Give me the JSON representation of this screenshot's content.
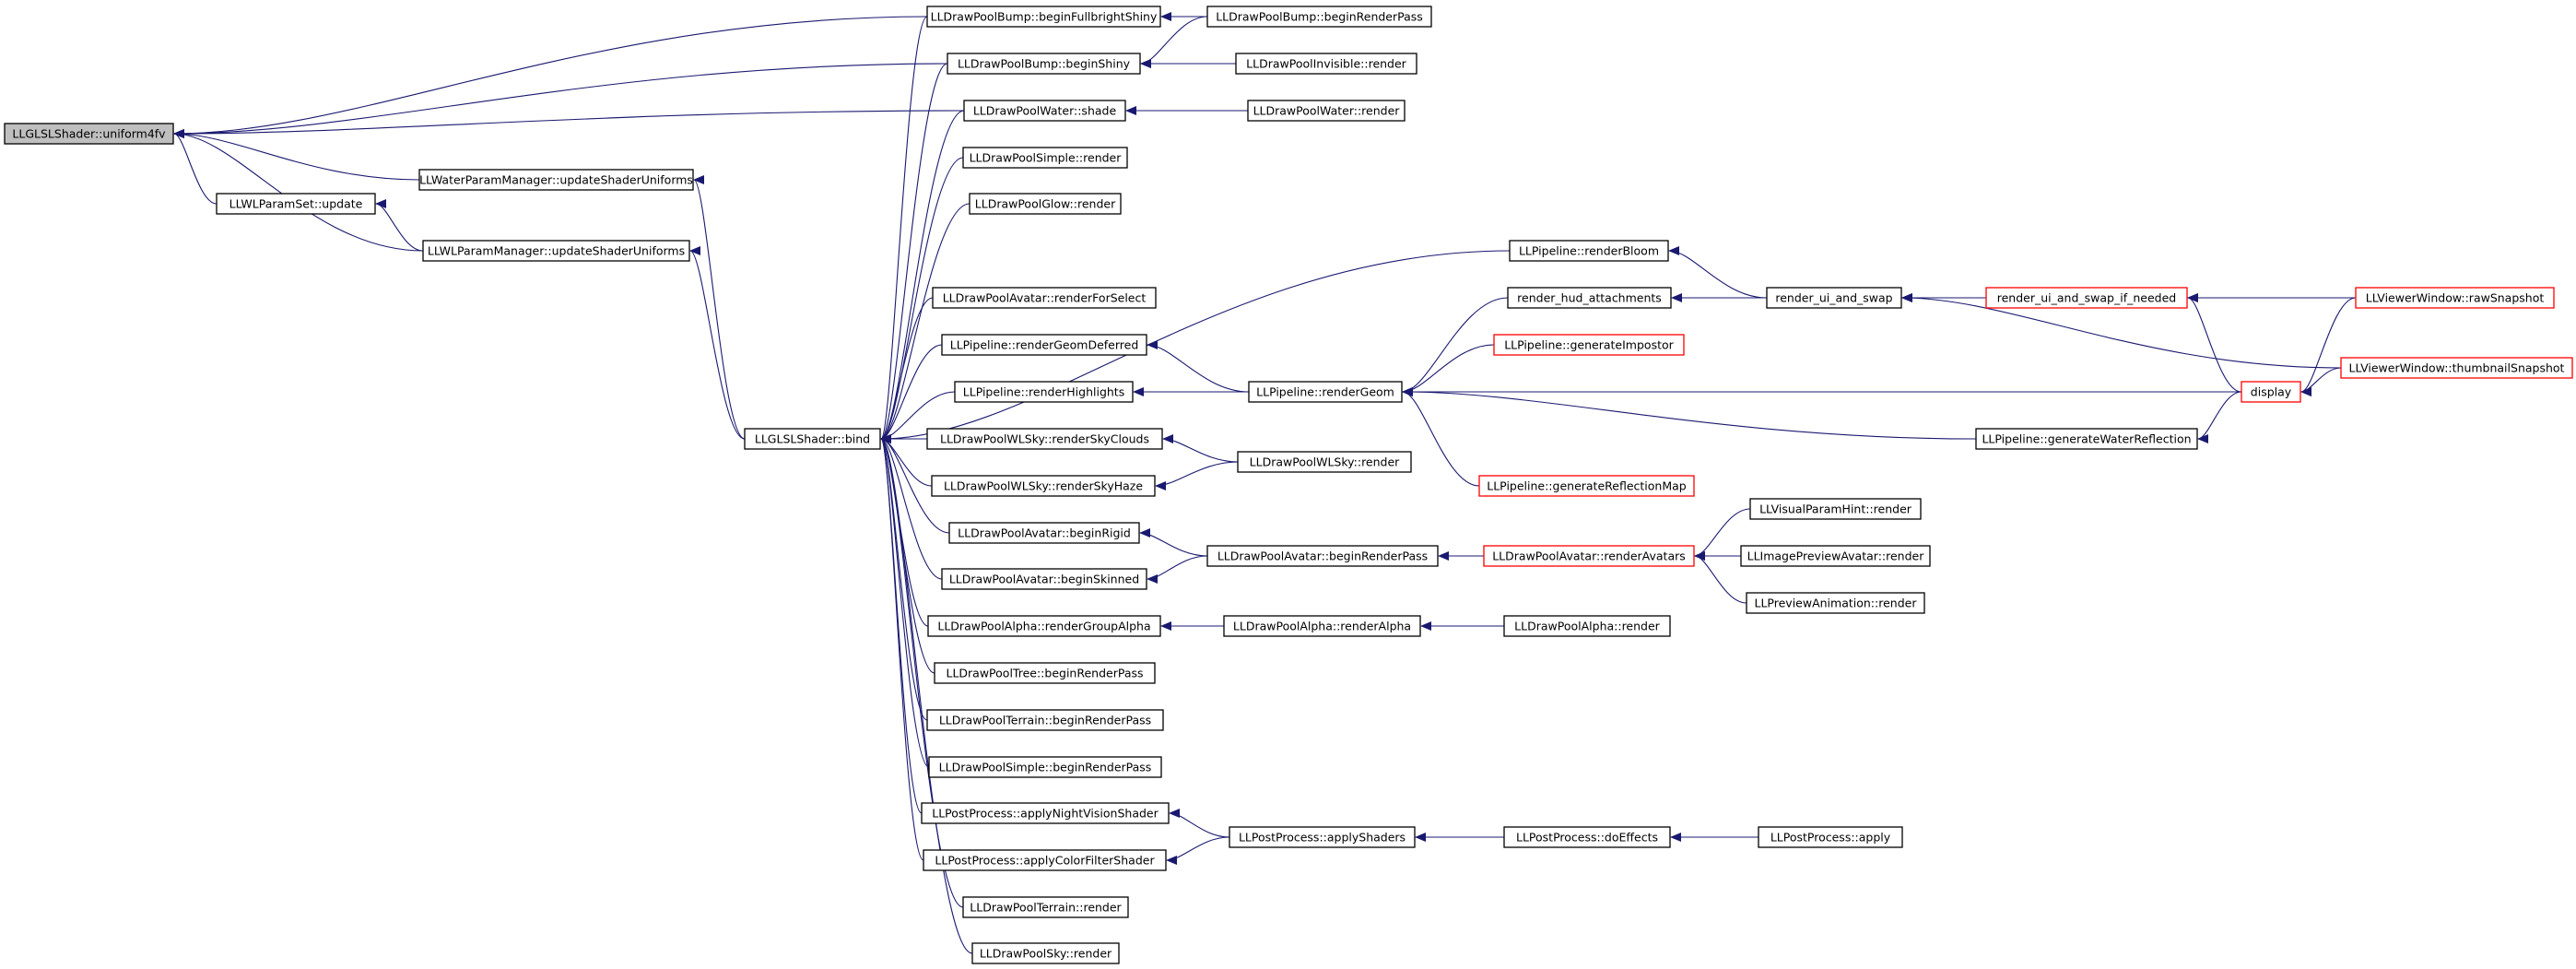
{
  "colors": {
    "edge": "#191970",
    "node_border": "#000000",
    "node_border_truncated": "#ff0000",
    "root_fill": "#bfbfbf",
    "node_fill": "#ffffff"
  },
  "nodes": [
    {
      "id": "uniform4fv",
      "label": "LLGLSLShader::uniform4fv",
      "root": true
    },
    {
      "id": "wlparamset_update",
      "label": "LLWLParamSet::update"
    },
    {
      "id": "waterparam_update",
      "label": "LLWaterParamManager::updateShaderUniforms"
    },
    {
      "id": "wlparam_update",
      "label": "LLWLParamManager::updateShaderUniforms"
    },
    {
      "id": "bind",
      "label": "LLGLSLShader::bind"
    },
    {
      "id": "bump_fullbright",
      "label": "LLDrawPoolBump::beginFullbrightShiny"
    },
    {
      "id": "bump_shiny",
      "label": "LLDrawPoolBump::beginShiny"
    },
    {
      "id": "water_shade",
      "label": "LLDrawPoolWater::shade"
    },
    {
      "id": "simple_render",
      "label": "LLDrawPoolSimple::render"
    },
    {
      "id": "glow_render",
      "label": "LLDrawPoolGlow::render"
    },
    {
      "id": "avatar_select",
      "label": "LLDrawPoolAvatar::renderForSelect"
    },
    {
      "id": "pipe_geomdeferred",
      "label": "LLPipeline::renderGeomDeferred"
    },
    {
      "id": "pipe_highlights",
      "label": "LLPipeline::renderHighlights"
    },
    {
      "id": "wlsky_clouds",
      "label": "LLDrawPoolWLSky::renderSkyClouds"
    },
    {
      "id": "wlsky_haze",
      "label": "LLDrawPoolWLSky::renderSkyHaze"
    },
    {
      "id": "avatar_rigid",
      "label": "LLDrawPoolAvatar::beginRigid"
    },
    {
      "id": "avatar_skinned",
      "label": "LLDrawPoolAvatar::beginSkinned"
    },
    {
      "id": "alpha_group",
      "label": "LLDrawPoolAlpha::renderGroupAlpha"
    },
    {
      "id": "tree_brp",
      "label": "LLDrawPoolTree::beginRenderPass"
    },
    {
      "id": "terrain_brp",
      "label": "LLDrawPoolTerrain::beginRenderPass"
    },
    {
      "id": "simple_brp",
      "label": "LLDrawPoolSimple::beginRenderPass"
    },
    {
      "id": "pp_nightvision",
      "label": "LLPostProcess::applyNightVisionShader"
    },
    {
      "id": "pp_colorfilter",
      "label": "LLPostProcess::applyColorFilterShader"
    },
    {
      "id": "terrain_render",
      "label": "LLDrawPoolTerrain::render"
    },
    {
      "id": "sky_render",
      "label": "LLDrawPoolSky::render"
    },
    {
      "id": "bump_brp",
      "label": "LLDrawPoolBump::beginRenderPass"
    },
    {
      "id": "invisible_render",
      "label": "LLDrawPoolInvisible::render"
    },
    {
      "id": "water_render",
      "label": "LLDrawPoolWater::render"
    },
    {
      "id": "pipe_bloom",
      "label": "LLPipeline::renderBloom"
    },
    {
      "id": "hud_attach",
      "label": "render_hud_attachments"
    },
    {
      "id": "pipe_impostor",
      "label": "LLPipeline::generateImpostor",
      "red": true
    },
    {
      "id": "pipe_geom",
      "label": "LLPipeline::renderGeom"
    },
    {
      "id": "pipe_reflmap",
      "label": "LLPipeline::generateReflectionMap",
      "red": true
    },
    {
      "id": "wlsky_render",
      "label": "LLDrawPoolWLSky::render"
    },
    {
      "id": "avatar_brp",
      "label": "LLDrawPoolAvatar::beginRenderPass"
    },
    {
      "id": "avatar_renderavatars",
      "label": "LLDrawPoolAvatar::renderAvatars",
      "red": true
    },
    {
      "id": "alpha_renderalpha",
      "label": "LLDrawPoolAlpha::renderAlpha"
    },
    {
      "id": "alpha_render",
      "label": "LLDrawPoolAlpha::render"
    },
    {
      "id": "pp_applyshaders",
      "label": "LLPostProcess::applyShaders"
    },
    {
      "id": "pp_doeffects",
      "label": "LLPostProcess::doEffects"
    },
    {
      "id": "pp_apply",
      "label": "LLPostProcess::apply"
    },
    {
      "id": "render_ui_swap",
      "label": "render_ui_and_swap"
    },
    {
      "id": "render_ui_swap_needed",
      "label": "render_ui_and_swap_if_needed",
      "red": true
    },
    {
      "id": "display",
      "label": "display",
      "red": true
    },
    {
      "id": "pipe_waterrefl",
      "label": "LLPipeline::generateWaterReflection"
    },
    {
      "id": "vw_rawsnapshot",
      "label": "LLViewerWindow::rawSnapshot",
      "red": true
    },
    {
      "id": "vw_thumbnail",
      "label": "LLViewerWindow::thumbnailSnapshot",
      "red": true
    },
    {
      "id": "visualparamhint_render",
      "label": "LLVisualParamHint::render"
    },
    {
      "id": "imagepreviewavatar_render",
      "label": "LLImagePreviewAvatar::render"
    },
    {
      "id": "previewanimation_render",
      "label": "LLPreviewAnimation::render"
    }
  ],
  "edges": [
    [
      "bump_fullbright",
      "uniform4fv"
    ],
    [
      "bump_shiny",
      "uniform4fv"
    ],
    [
      "water_shade",
      "uniform4fv"
    ],
    [
      "waterparam_update",
      "uniform4fv"
    ],
    [
      "wlparamset_update",
      "uniform4fv"
    ],
    [
      "wlparam_update",
      "uniform4fv"
    ],
    [
      "wlparam_update",
      "wlparamset_update"
    ],
    [
      "bind",
      "waterparam_update"
    ],
    [
      "bind",
      "wlparam_update"
    ],
    [
      "bump_fullbright",
      "bind"
    ],
    [
      "bump_shiny",
      "bind"
    ],
    [
      "water_shade",
      "bind"
    ],
    [
      "simple_render",
      "bind"
    ],
    [
      "glow_render",
      "bind"
    ],
    [
      "pipe_bloom",
      "bind"
    ],
    [
      "avatar_select",
      "bind"
    ],
    [
      "pipe_geomdeferred",
      "bind"
    ],
    [
      "pipe_highlights",
      "bind"
    ],
    [
      "wlsky_clouds",
      "bind"
    ],
    [
      "wlsky_haze",
      "bind"
    ],
    [
      "avatar_rigid",
      "bind"
    ],
    [
      "avatar_skinned",
      "bind"
    ],
    [
      "alpha_group",
      "bind"
    ],
    [
      "tree_brp",
      "bind"
    ],
    [
      "terrain_brp",
      "bind"
    ],
    [
      "simple_brp",
      "bind"
    ],
    [
      "pp_nightvision",
      "bind"
    ],
    [
      "pp_colorfilter",
      "bind"
    ],
    [
      "terrain_render",
      "bind"
    ],
    [
      "sky_render",
      "bind"
    ],
    [
      "bump_brp",
      "bump_fullbright"
    ],
    [
      "bump_brp",
      "bump_shiny"
    ],
    [
      "invisible_render",
      "bump_shiny"
    ],
    [
      "water_render",
      "water_shade"
    ],
    [
      "pipe_geom",
      "pipe_geomdeferred"
    ],
    [
      "pipe_geom",
      "pipe_highlights"
    ],
    [
      "wlsky_render",
      "wlsky_clouds"
    ],
    [
      "wlsky_render",
      "wlsky_haze"
    ],
    [
      "avatar_brp",
      "avatar_rigid"
    ],
    [
      "avatar_brp",
      "avatar_skinned"
    ],
    [
      "alpha_renderalpha",
      "alpha_group"
    ],
    [
      "pp_applyshaders",
      "pp_nightvision"
    ],
    [
      "pp_applyshaders",
      "pp_colorfilter"
    ],
    [
      "render_ui_swap",
      "pipe_bloom"
    ],
    [
      "render_ui_swap",
      "hud_attach"
    ],
    [
      "hud_attach",
      "pipe_geom"
    ],
    [
      "pipe_impostor",
      "pipe_geom"
    ],
    [
      "pipe_reflmap",
      "pipe_geom"
    ],
    [
      "display",
      "pipe_geom"
    ],
    [
      "pipe_waterrefl",
      "pipe_geom"
    ],
    [
      "avatar_renderavatars",
      "avatar_brp"
    ],
    [
      "alpha_render",
      "alpha_renderalpha"
    ],
    [
      "pp_doeffects",
      "pp_applyshaders"
    ],
    [
      "pp_apply",
      "pp_doeffects"
    ],
    [
      "render_ui_swap_needed",
      "render_ui_swap"
    ],
    [
      "vw_rawsnapshot",
      "render_ui_swap"
    ],
    [
      "vw_thumbnail",
      "render_ui_swap"
    ],
    [
      "vw_rawsnapshot",
      "render_ui_swap_needed"
    ],
    [
      "display",
      "render_ui_swap_needed"
    ],
    [
      "vw_rawsnapshot",
      "display"
    ],
    [
      "vw_thumbnail",
      "display"
    ],
    [
      "display",
      "pipe_waterrefl"
    ],
    [
      "visualparamhint_render",
      "avatar_renderavatars"
    ],
    [
      "imagepreviewavatar_render",
      "avatar_renderavatars"
    ],
    [
      "previewanimation_render",
      "avatar_renderavatars"
    ]
  ]
}
